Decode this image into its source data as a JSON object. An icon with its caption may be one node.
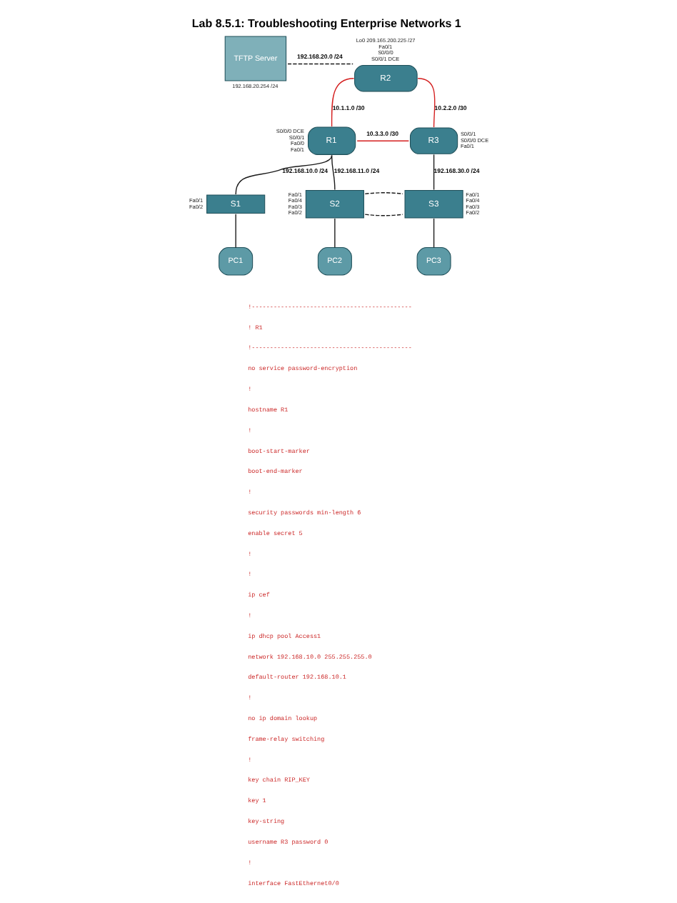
{
  "diagram": {
    "title": "Lab 8.5.1: Troubleshooting Enterprise Networks 1",
    "nodes": [
      {
        "text": [
          "R2"
        ],
        "beside": [
          "Lo0 209.165.200.225 /27",
          "Fa0/1",
          "S0/0/0",
          "S0/0/1 DCE"
        ]
      },
      {
        "text": [
          "TFTP Server"
        ],
        "beside": [
          "192.168.20.254 /24"
        ]
      },
      {
        "text": [
          "R1"
        ],
        "beside": [
          "S0/0/0 DCE",
          "S0/0/1",
          "Fa0/0",
          "Fa0/1"
        ]
      },
      {
        "text": [
          "R3"
        ],
        "beside": [
          "S0/0/1",
          "S0/0/0 DCE",
          "Fa0/1"
        ]
      },
      {
        "text": [
          "S1"
        ],
        "beside": [
          "Fa0/1",
          "Fa0/2"
        ]
      },
      {
        "text": [
          "S2"
        ],
        "beside": [
          "Fa0/1",
          "Fa0/4",
          "Fa0/3",
          "Fa0/2"
        ]
      },
      {
        "text": [
          "S3"
        ],
        "beside": [
          "Fa0/1",
          "Fa0/4",
          "Fa0/3",
          "Fa0/2"
        ]
      },
      {
        "text": [
          "PC1"
        ]
      },
      {
        "text": [
          "PC2"
        ]
      },
      {
        "text": [
          "PC3"
        ]
      }
    ],
    "edges": [
      {
        "from": 1,
        "to": 0,
        "arrow": "none",
        "label": "192.168.20.0 /24",
        "style": "dashed"
      },
      {
        "from": 0,
        "to": 2,
        "arrow": "none",
        "label": "10.1.1.0 /30",
        "color": "#d41f1f"
      },
      {
        "from": 0,
        "to": 3,
        "arrow": "none",
        "label": "10.2.2.0 /30",
        "color": "#d41f1f"
      },
      {
        "from": 2,
        "to": 3,
        "arrow": "none",
        "label": "10.3.3.0 /30",
        "color": "#d41f1f"
      },
      {
        "from": 2,
        "to": 4,
        "arrow": "none",
        "label": "192.168.10.0 /24"
      },
      {
        "from": 2,
        "to": 5,
        "arrow": "none",
        "label": "192.168.11.0 /24"
      },
      {
        "from": 3,
        "to": 6,
        "arrow": "none",
        "label": "192.168.30.0 /24"
      },
      {
        "from": 5,
        "to": 6,
        "arrow": "none",
        "style": "dashed"
      },
      {
        "from": 5,
        "to": 6,
        "arrow": "none",
        "style": "dashed"
      },
      {
        "from": 4,
        "to": 7,
        "arrow": "none"
      },
      {
        "from": 5,
        "to": 8,
        "arrow": "none"
      },
      {
        "from": 6,
        "to": 9,
        "arrow": "none"
      }
    ],
    "labels": [
      "!--------------------------------------------",
      "! R1",
      "!--------------------------------------------",
      "no service password-encryption",
      "!",
      "hostname R1",
      "!",
      "boot-start-marker",
      "boot-end-marker",
      "!",
      "security passwords min-length 6",
      "enable secret 5",
      "!",
      "!",
      "ip cef",
      "!",
      "ip dhcp pool Access1",
      "network 192.168.10.0 255.255.255.0",
      "default-router 192.168.10.1",
      "!",
      "no ip domain lookup",
      "frame-relay switching",
      "!",
      "key chain RIP_KEY",
      "key 1",
      "key-string",
      "username R3 password 0",
      "!",
      "interface FastEthernet0/0"
    ]
  }
}
